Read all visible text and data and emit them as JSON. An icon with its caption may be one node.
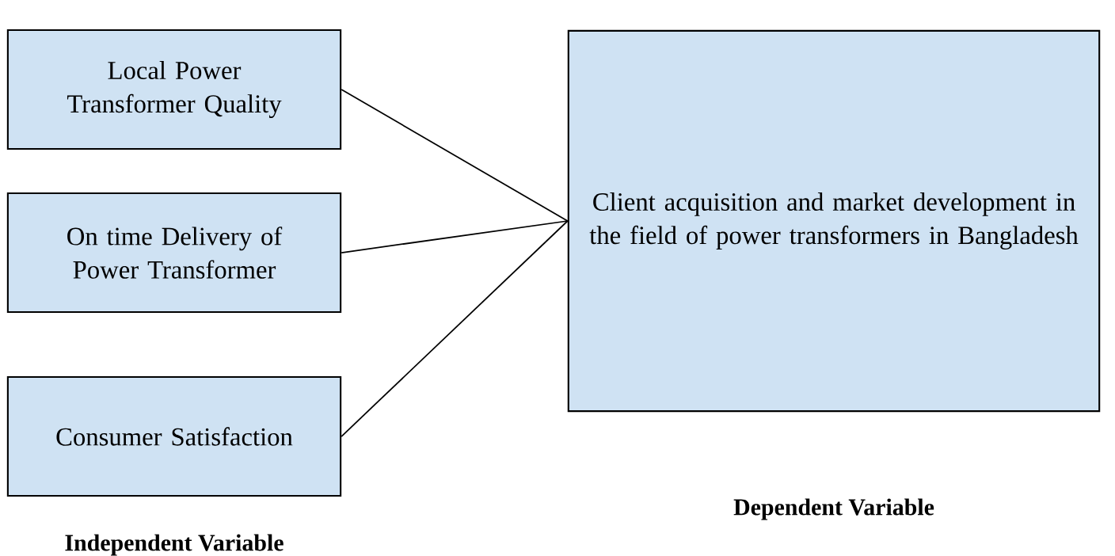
{
  "diagram": {
    "nodes": [
      {
        "text": [
          "Local Power Transformer Quality"
        ]
      },
      {
        "text": [
          "On time Delivery of Power Transformer"
        ]
      },
      {
        "text": [
          "Consumer Satisfaction"
        ]
      },
      {
        "text": [
          "Client acquisition and market development in the field of power transformers in Bangladesh"
        ]
      }
    ],
    "edges": [
      {
        "from": 0,
        "to": 3,
        "arrow": "none"
      },
      {
        "from": 1,
        "to": 3,
        "arrow": "none"
      },
      {
        "from": 2,
        "to": 3,
        "arrow": "none"
      }
    ],
    "labels": [
      "Dependent Variable",
      "Independent Variable"
    ]
  }
}
